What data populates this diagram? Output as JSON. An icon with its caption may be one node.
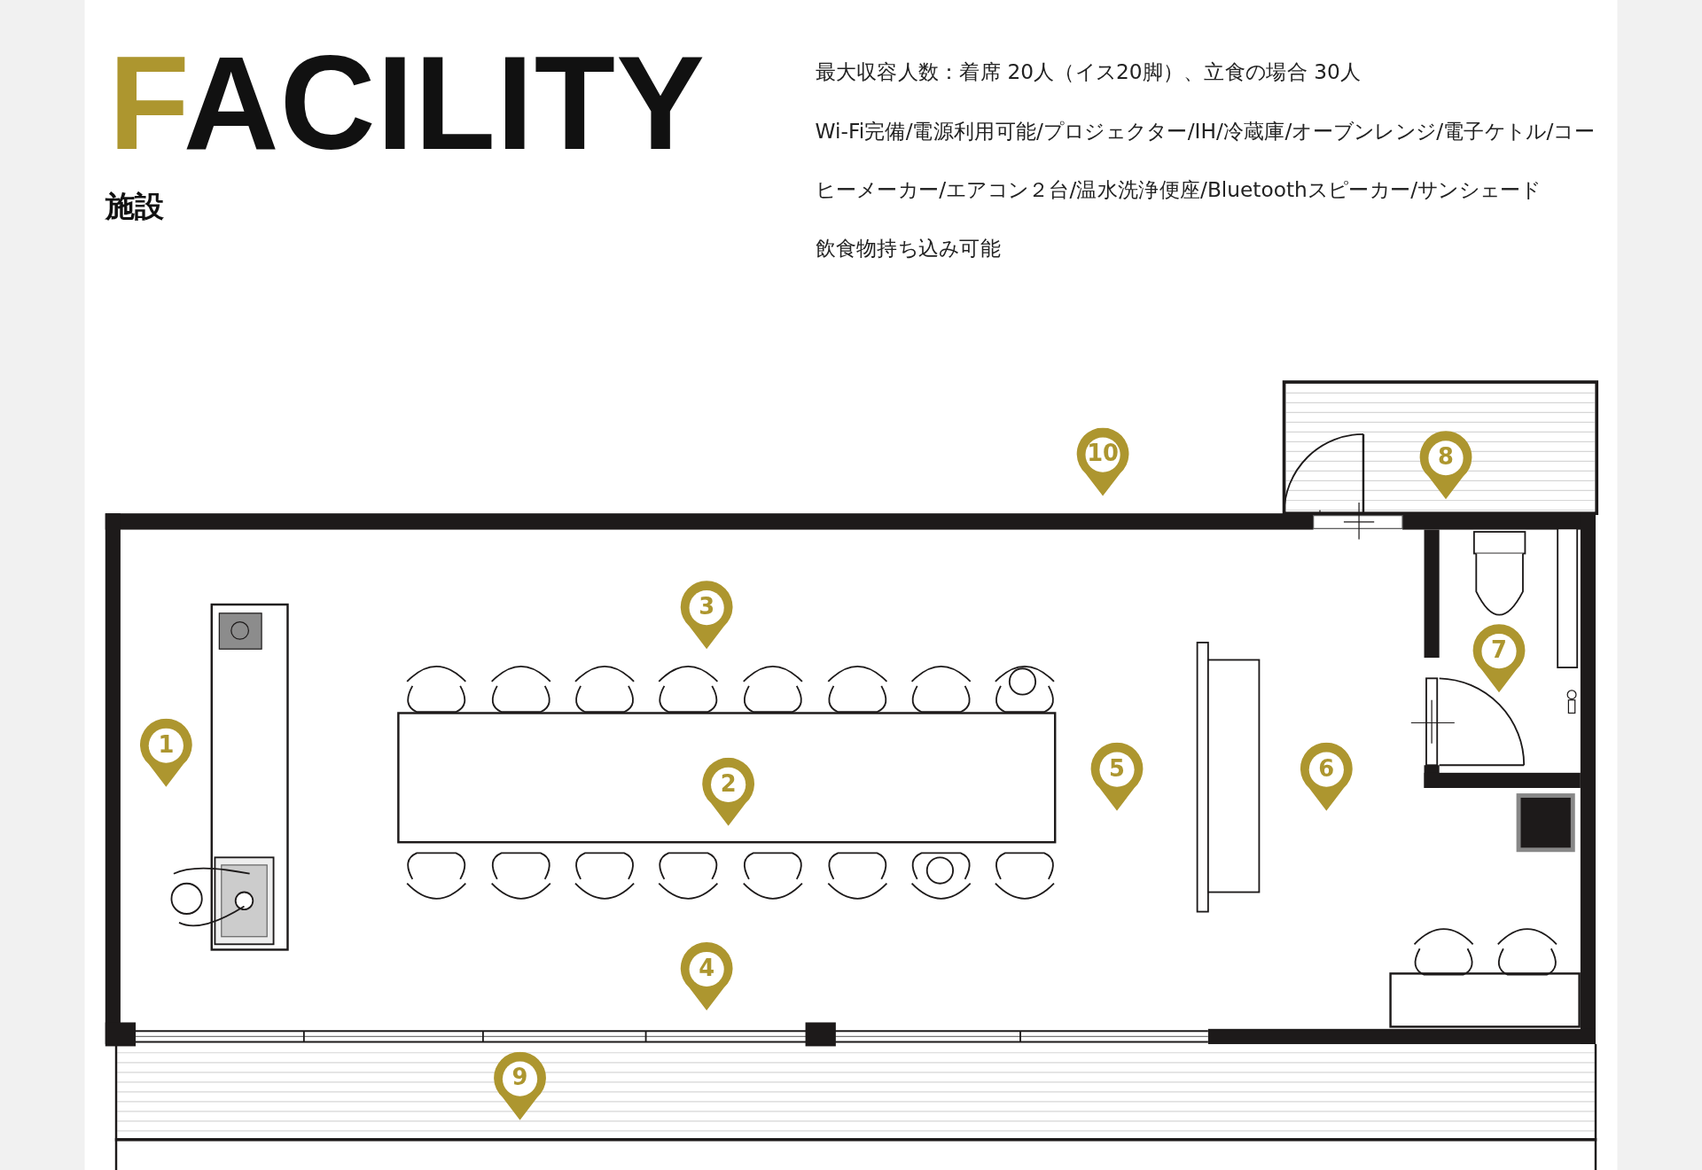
{
  "diagram": {
    "title": "FACILITY",
    "nodes": [
      {
        "text": [
          "10"
        ]
      },
      {
        "text": [
          "8"
        ]
      },
      {
        "text": [
          "3"
        ]
      },
      {
        "text": [
          "7"
        ]
      },
      {
        "text": [
          "1"
        ]
      },
      {
        "text": [
          "5"
        ]
      },
      {
        "text": [
          "6"
        ]
      },
      {
        "text": [
          "2"
        ]
      },
      {
        "text": [
          "4"
        ]
      },
      {
        "text": [
          "9"
        ]
      }
    ],
    "labels": [
      "施設",
      "最大収容人数：着席 20人（イス20脚）、立食の場合 30人",
      "Wi-Fi完備/電源利用可能/プロジェクター/IH/冷蔵庫/オーブンレンジ/電子ケトル/コーヒーメーカー/エアコン２台/温水洗浄便座/Bluetoothスピーカー/サンシェード",
      "飲食物持ち込み可能"
    ]
  }
}
